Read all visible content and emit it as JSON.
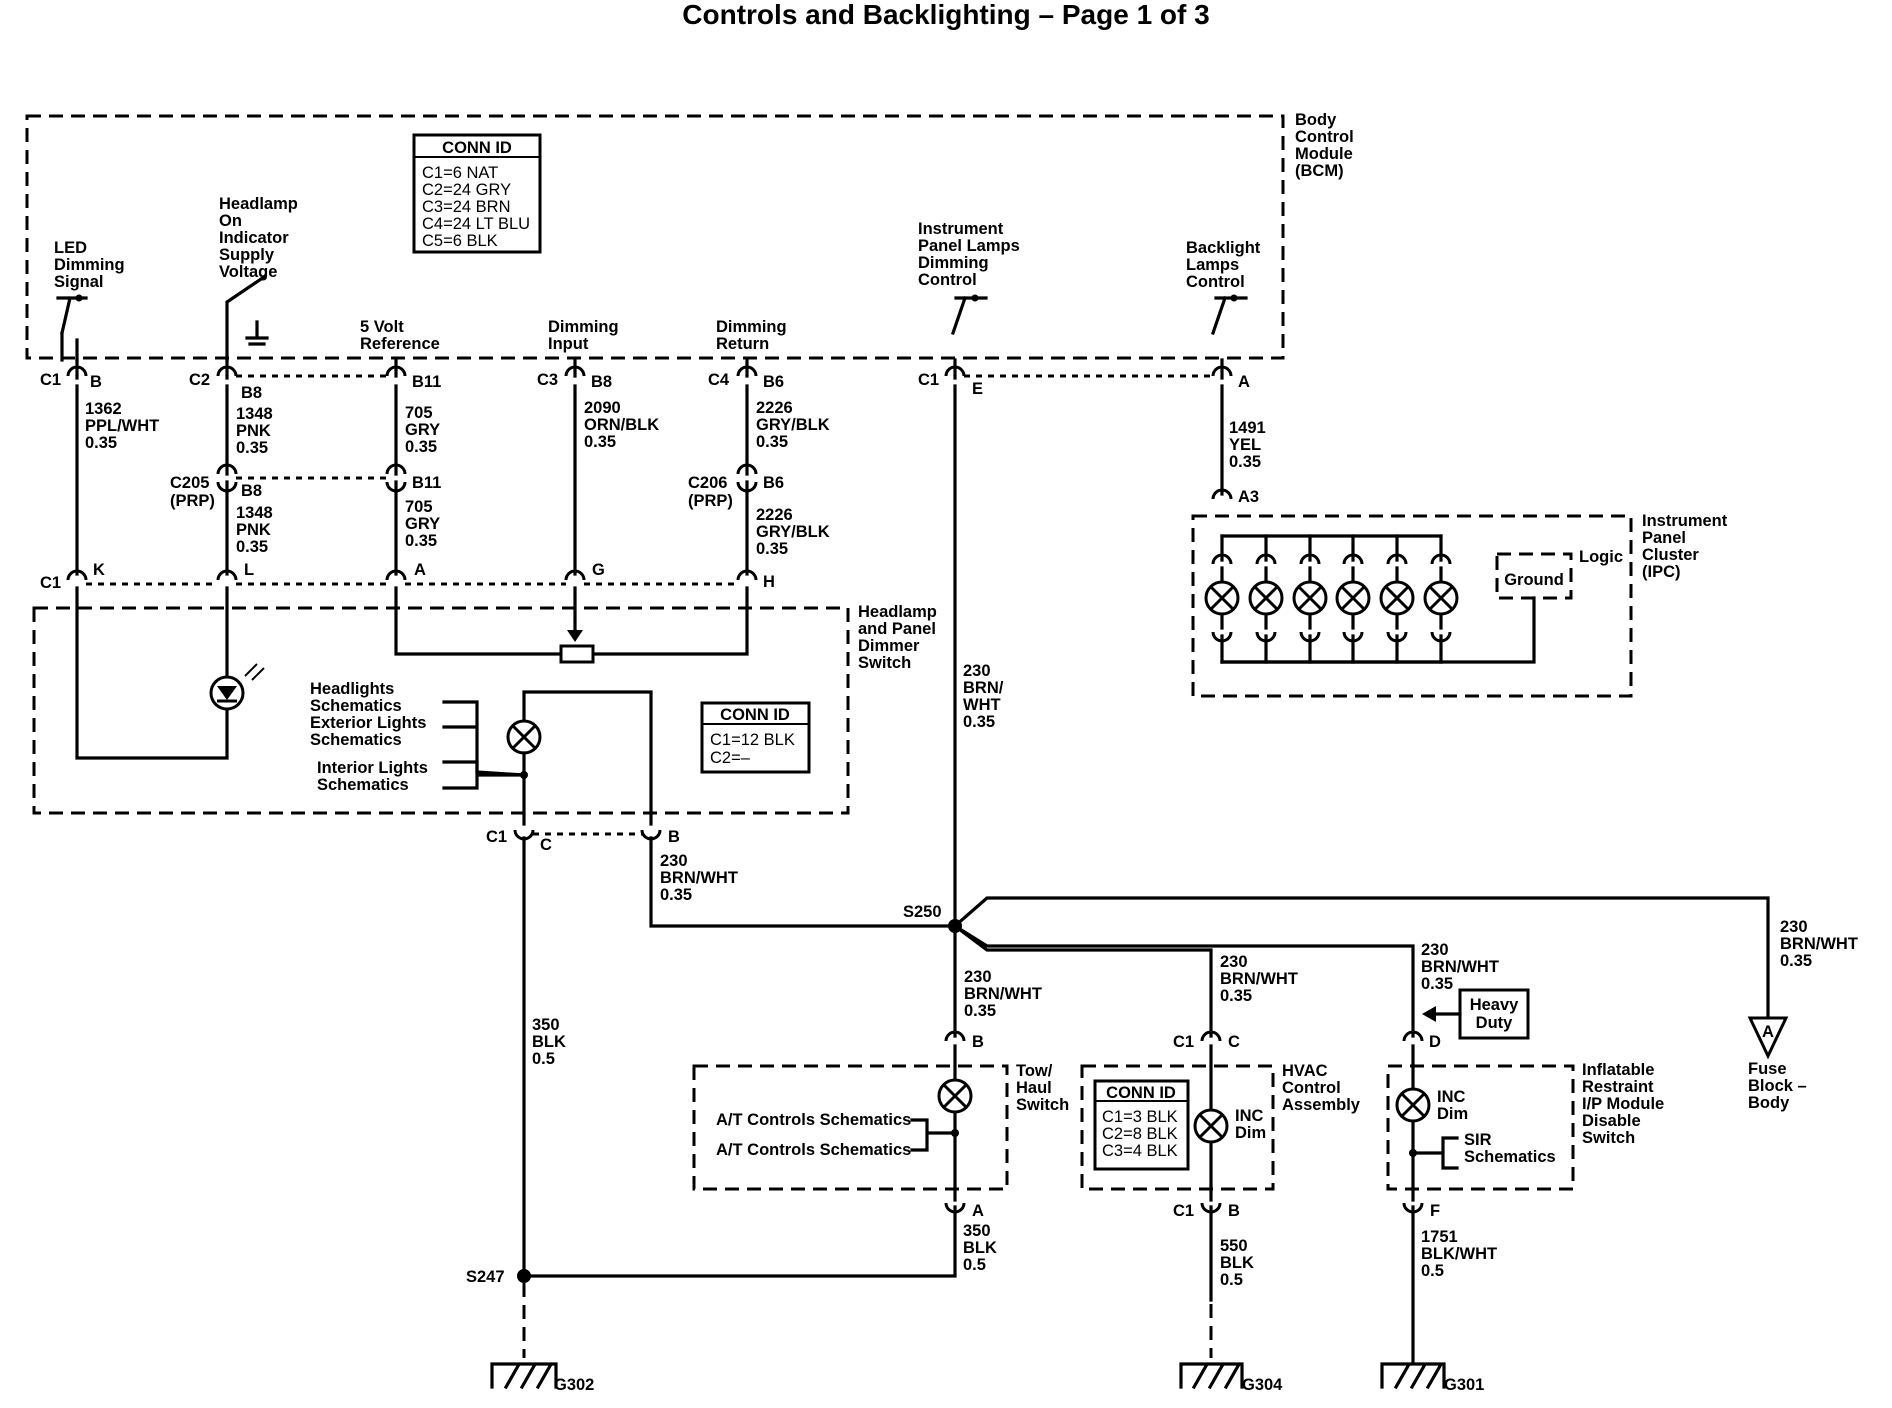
{
  "title": "Controls and Backlighting – Page 1 of 3",
  "modules": {
    "bcm": [
      "Body",
      "Control",
      "Module",
      "(BCM)"
    ],
    "ipc": [
      "Instrument",
      "Panel",
      "Cluster",
      "(IPC)"
    ],
    "dimmer": [
      "Headlamp",
      "and Panel",
      "Dimmer",
      "Switch"
    ],
    "tow": [
      "Tow/",
      "Haul",
      "Switch"
    ],
    "hvac": [
      "HVAC",
      "Control",
      "Assembly"
    ],
    "sir": [
      "Inflatable",
      "Restraint",
      "I/P Module",
      "Disable",
      "Switch"
    ],
    "fuse": [
      "Fuse",
      "Block –",
      "Body"
    ]
  },
  "conn_id_bcm": {
    "header": "CONN ID",
    "rows": [
      "C1=6 NAT",
      "C2=24 GRY",
      "C3=24 BRN",
      "C4=24 LT BLU",
      "C5=6 BLK"
    ]
  },
  "conn_id_dimmer": {
    "header": "CONN ID",
    "rows": [
      "C1=12 BLK",
      "C2=–"
    ]
  },
  "conn_id_hvac": {
    "header": "CONN ID",
    "rows": [
      "C1=3 BLK",
      "C2=8 BLK",
      "C3=4 BLK"
    ]
  },
  "signals": {
    "led": [
      "LED",
      "Dimming",
      "Signal"
    ],
    "headlamp_ind": [
      "Headlamp",
      "On",
      "Indicator",
      "Supply",
      "Voltage"
    ],
    "ref5v": [
      "5 Volt",
      "Reference"
    ],
    "dim_in": [
      "Dimming",
      "Input"
    ],
    "dim_ret": [
      "Dimming",
      "Return"
    ],
    "ip_lamps": [
      "Instrument",
      "Panel Lamps",
      "Dimming",
      "Control"
    ],
    "backlight": [
      "Backlight",
      "Lamps",
      "Control"
    ]
  },
  "connectors": {
    "c1b": [
      "C1",
      "B"
    ],
    "c2b8": [
      "C2",
      "B8"
    ],
    "b11": "B11",
    "c3b8": [
      "C3",
      "B8"
    ],
    "c4b6": [
      "C4",
      "B6"
    ],
    "c1e": [
      "C1",
      "E"
    ],
    "a_top": "A",
    "a3": "A3",
    "c205": [
      "C205",
      "(PRP)",
      "B8"
    ],
    "b11b": "B11",
    "c206": [
      "C206",
      "(PRP)",
      "B6"
    ],
    "k": [
      "C1",
      "K"
    ],
    "l": "L",
    "a": "A",
    "g": "G",
    "h": "H",
    "dim_c": [
      "C1",
      "C"
    ],
    "dim_b": "B",
    "tow_b": "B",
    "tow_a": "A",
    "hvac_c": [
      "C1",
      "C"
    ],
    "hvac_b": [
      "C1",
      "B"
    ],
    "sir_d": "D",
    "sir_f": "F"
  },
  "wires": {
    "w1382": [
      "1362",
      "PPL/WHT",
      "0.35"
    ],
    "w1348a": [
      "1348",
      "PNK",
      "0.35"
    ],
    "w705a": [
      "705",
      "GRY",
      "0.35"
    ],
    "w2090": [
      "2090",
      "ORN/BLK",
      "0.35"
    ],
    "w2226a": [
      "2226",
      "GRY/BLK",
      "0.35"
    ],
    "w1491": [
      "1491",
      "YEL",
      "0.35"
    ],
    "w1348b": [
      "1348",
      "PNK",
      "0.35"
    ],
    "w705b": [
      "705",
      "GRY",
      "0.35"
    ],
    "w2226b": [
      "2226",
      "GRY/BLK",
      "0.35"
    ],
    "w230main": [
      "230",
      "BRN/",
      "WHT",
      "0.35"
    ],
    "w230dim": [
      "230",
      "BRN/WHT",
      "0.35"
    ],
    "w230tow": [
      "230",
      "BRN/WHT",
      "0.35"
    ],
    "w230hvac": [
      "230",
      "BRN/WHT",
      "0.35"
    ],
    "w230sir": [
      "230",
      "BRN/WHT",
      "0.35"
    ],
    "w230fuse": [
      "230",
      "BRN/WHT",
      "0.35"
    ],
    "w350a": [
      "350",
      "BLK",
      "0.5"
    ],
    "w350b": [
      "350",
      "BLK",
      "0.5"
    ],
    "w550": [
      "550",
      "BLK",
      "0.5"
    ],
    "w1751": [
      "1751",
      "BLK/WHT",
      "0.5"
    ]
  },
  "refs": {
    "headlights": [
      "Headlights",
      "Schematics",
      "Exterior Lights",
      "Schematics"
    ],
    "interior": [
      "Interior Lights",
      "Schematics"
    ],
    "at1": "A/T Controls Schematics",
    "at2": "A/T Controls Schematics",
    "sir": [
      "SIR",
      "Schematics"
    ]
  },
  "ipc_logic": "Logic",
  "ipc_ground": "Ground",
  "inc_dim_hvac": [
    "INC",
    "Dim"
  ],
  "inc_dim_sir": [
    "INC",
    "Dim"
  ],
  "heavy_duty": [
    "Heavy",
    "Duty"
  ],
  "fuse_letter": "A",
  "splices": {
    "s250": "S250",
    "s247": "S247"
  },
  "grounds": {
    "g302": "G302",
    "g304": "G304",
    "g301": "G301"
  }
}
